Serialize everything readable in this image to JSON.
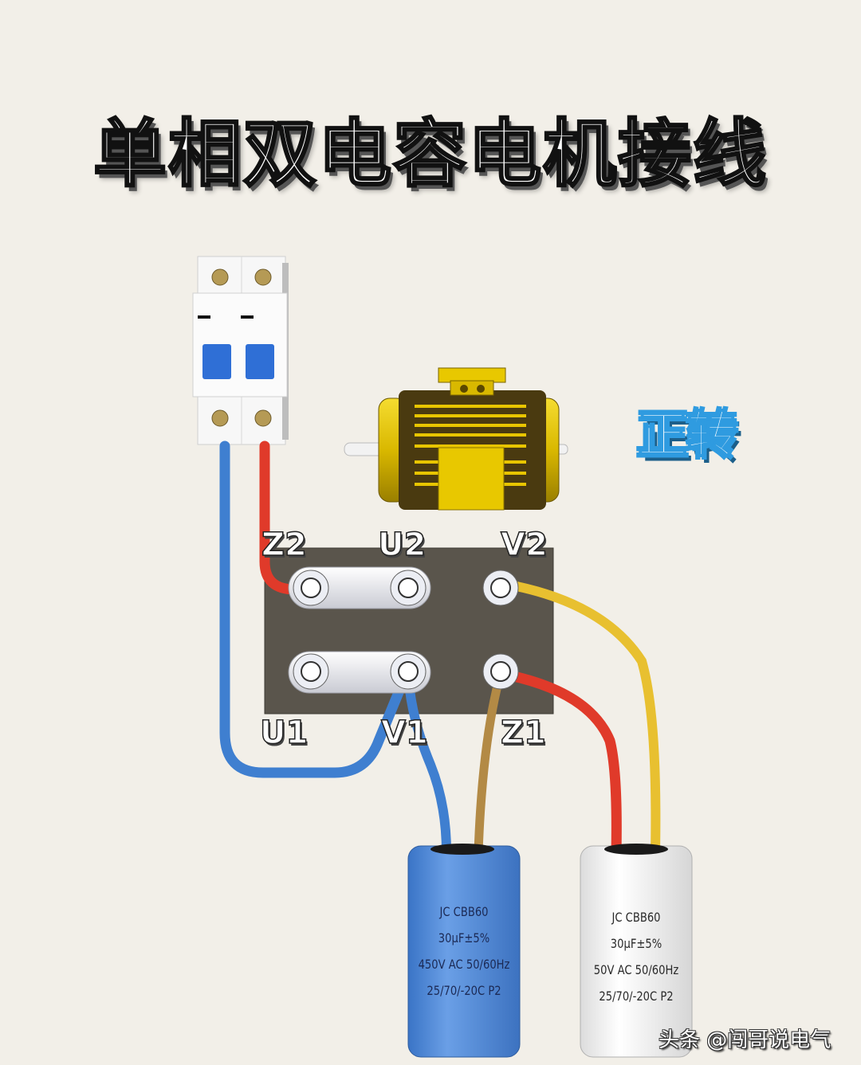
{
  "title": "单相双电容电机接线",
  "direction_badge": "正转",
  "components": {
    "breaker": {
      "type": "2-pole circuit breaker",
      "handle_color": "#2f6fd6"
    },
    "motor": {
      "type": "single-phase motor",
      "color": "#e6c200"
    },
    "terminal_board": {
      "color": "#5a554c"
    }
  },
  "terminals": {
    "top": [
      "Z2",
      "U2",
      "V2"
    ],
    "bottom": [
      "U1",
      "V1",
      "Z1"
    ]
  },
  "capacitors": [
    {
      "name": "capacitor-blue",
      "color": "#4a86d6",
      "lines": [
        "JC  CBB60",
        "30μF±5%",
        "450V AC  50/60Hz",
        "25/70/-20C   P2"
      ]
    },
    {
      "name": "capacitor-white",
      "color": "#f4f4f4",
      "lines": [
        "JC  CBB60",
        "30μF±5%",
        "50V AC  50/60Hz",
        "25/70/-20C   P2"
      ]
    }
  ],
  "wires": [
    {
      "from": "breaker-left",
      "to": "V1",
      "color": "#3f7fd0"
    },
    {
      "from": "breaker-right",
      "to": "Z2",
      "color": "#e03a2a"
    },
    {
      "from": "V1",
      "to": "capacitor-blue",
      "color": "#3f7fd0"
    },
    {
      "from": "Z1",
      "to": "capacitor-blue",
      "color": "#b38a45"
    },
    {
      "from": "Z1",
      "to": "capacitor-white",
      "color": "#e03a2a"
    },
    {
      "from": "V2",
      "to": "capacitor-white",
      "color": "#e8c030"
    }
  ],
  "watermark": "头条 @闯哥说电气"
}
